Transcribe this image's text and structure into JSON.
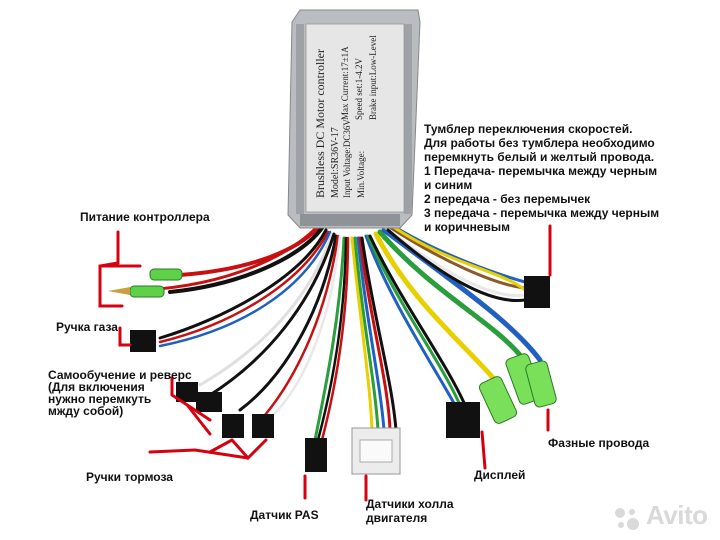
{
  "controller_text": {
    "line1": "Brushless DC Motor controller",
    "line2": "Model:SR36V-17",
    "line3": "Max Current:17±1A",
    "line4": "Input Voltage:DC36V",
    "line5": "Speed set:1-4.2V",
    "line6": "Min.Voltage:",
    "line7": "Brake input:Low-Level"
  },
  "labels": {
    "power": "Питание контроллера",
    "throttle": "Ручка газа",
    "selflearn_1": "Самообучение и реверс",
    "selflearn_2": "(Для включения",
    "selflearn_3": "нужно перемкуть",
    "selflearn_4": "мжду собой)",
    "brakes": "Ручки тормоза",
    "pas": "Датчик PAS",
    "hall_1": "Датчики холла",
    "hall_2": "двигателя",
    "display": "Дисплей",
    "phase": "Фазные провода"
  },
  "note": {
    "lines": [
      "Тумблер переключения скоростей.",
      "Для работы без тумблера необходимо",
      "перемкнуть белый и желтый провода.",
      "1 Передача- перемычка между черным",
      "и синим",
      "2 передача - без перемычек",
      "3 передача - перемычка между черным",
      "и коричневым"
    ]
  },
  "watermark": "Avito",
  "colors": {
    "pointer_red": "#d6000f",
    "housing": "#b9bcc0",
    "label_panel": "#e6e6e6"
  }
}
